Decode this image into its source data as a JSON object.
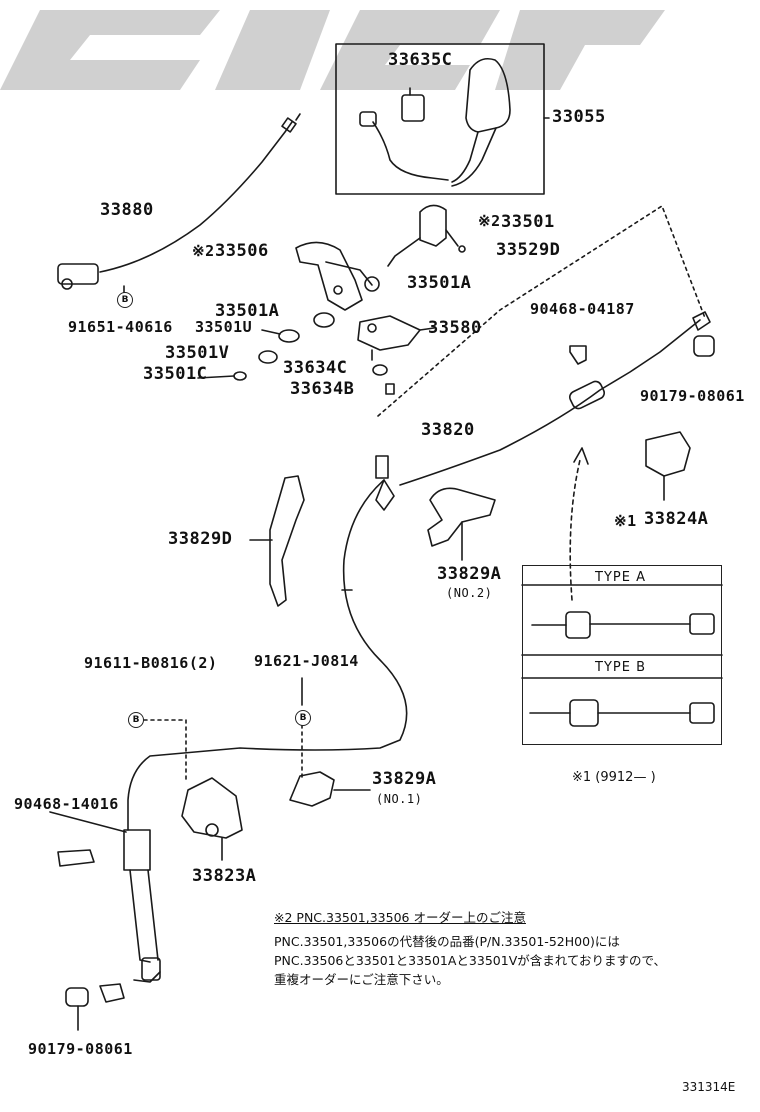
{
  "labels": {
    "p33635C": "33635C",
    "p33055": "33055",
    "p33880": "33880",
    "p33501": "33501",
    "p33529D": "33529D",
    "p33506": "33506",
    "p33501A_top": "33501A",
    "p33501A_left": "33501A",
    "p91651": "91651-40616",
    "p33501U": "33501U",
    "p33580": "33580",
    "p90468_04187": "90468-04187",
    "p33501V": "33501V",
    "p33634C": "33634C",
    "p33501C": "33501C",
    "p33634B": "33634B",
    "p90179_top": "90179-08061",
    "p33820": "33820",
    "p33824A": "33824A",
    "p33829D": "33829D",
    "p33829A_no2": "33829A",
    "no2": "(NO.2)",
    "p91611": "91611-B0816(2)",
    "p91621": "91621-J0814",
    "p33829A_no1": "33829A",
    "no1": "(NO.1)",
    "p90468_14016": "90468-14016",
    "p33823A": "33823A",
    "p90179_bottom": "90179-08061",
    "mark2": "※2",
    "mark1": "※1",
    "circled_b": "B"
  },
  "types": {
    "type_a": "TYPE A",
    "type_b": "TYPE B"
  },
  "footnote1": "※1 (9912—      )",
  "notes": {
    "title": "※2 PNC.33501,33506 オーダー上のご注意",
    "line1": "PNC.33501,33506の代替後の品番(P/N.33501-52H00)には",
    "line2": "PNC.33506と33501と33501Aと33501Vが含まれておりますので、",
    "line3": "重複オーダーにご注意下さい。"
  },
  "diagram_code": "331314E",
  "colors": {
    "line": "#1a1a1a",
    "watermark": "#c8c8c8"
  }
}
